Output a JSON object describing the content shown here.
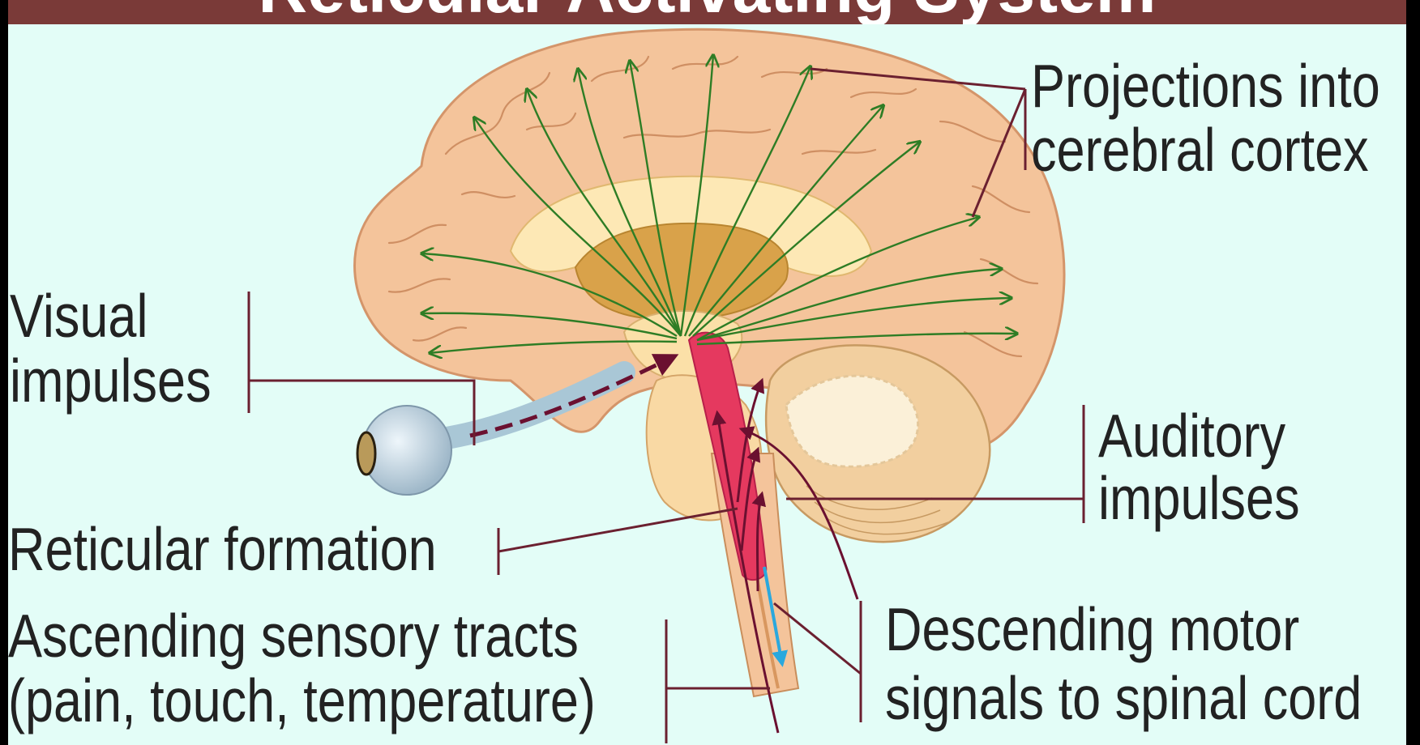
{
  "header": {
    "title": "Reticular Activating System"
  },
  "labels": {
    "projections_line1": "Projections into",
    "projections_line2": "cerebral cortex",
    "visual_line1": "Visual",
    "visual_line2": "impulses",
    "auditory_line1": "Auditory",
    "auditory_line2": "impulses",
    "reticular": "Reticular formation",
    "ascending_line1": "Ascending sensory tracts",
    "ascending_line2": "(pain, touch, temperature)",
    "descending_line1": "Descending motor",
    "descending_line2": "signals to spinal cord"
  },
  "colors": {
    "background": "#e3fdf7",
    "title_bar": "#7a3a38",
    "brain": "#f4c49b",
    "projection_arrows": "#2e7d25",
    "ascending_tract": "#6b1030",
    "reticular_formation": "#e5395f",
    "descending_arrow": "#2aa8dd",
    "leader_lines": "#6b2030"
  }
}
